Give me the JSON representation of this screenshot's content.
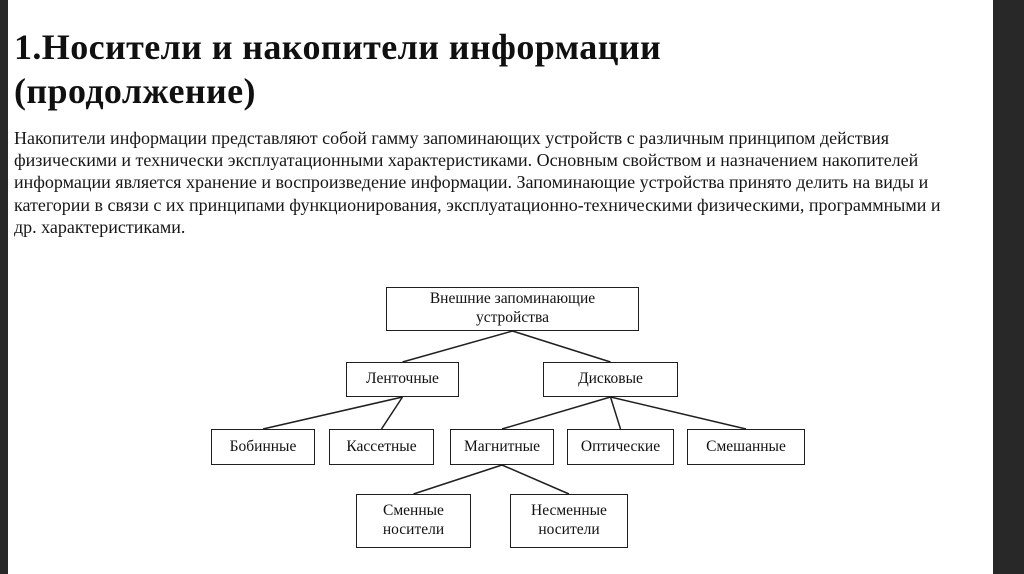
{
  "slide": {
    "title": "1.Носители и накопители информации (продолжение)",
    "body": "Накопители информации представляют собой гамму запоминающих устройств с различным принципом действия физическими и технически эксплуатационными характеристиками. Основным свойством и назначением накопителей информации является хранение и воспроизведение информации. Запоминающие устройства принято делить на виды и категории в связи с их принципами функционирования, эксплуатационно-техническими физическими, программными и др. характеристиками."
  },
  "diagram": {
    "nodes": {
      "root": "Внешние запоминающие устройства",
      "tape": "Ленточные",
      "disk": "Дисковые",
      "reel": "Бобинные",
      "cassette": "Кассетные",
      "magnetic": "Магнитные",
      "optical": "Оптические",
      "mixed": "Смешанные",
      "removable": "Сменные носители",
      "fixed": "Несменные носители"
    }
  },
  "colors": {
    "frame_dark": "#282828",
    "slide_background": "#ffffff",
    "line_and_border": "#1f1f1f",
    "text": "#111111"
  }
}
